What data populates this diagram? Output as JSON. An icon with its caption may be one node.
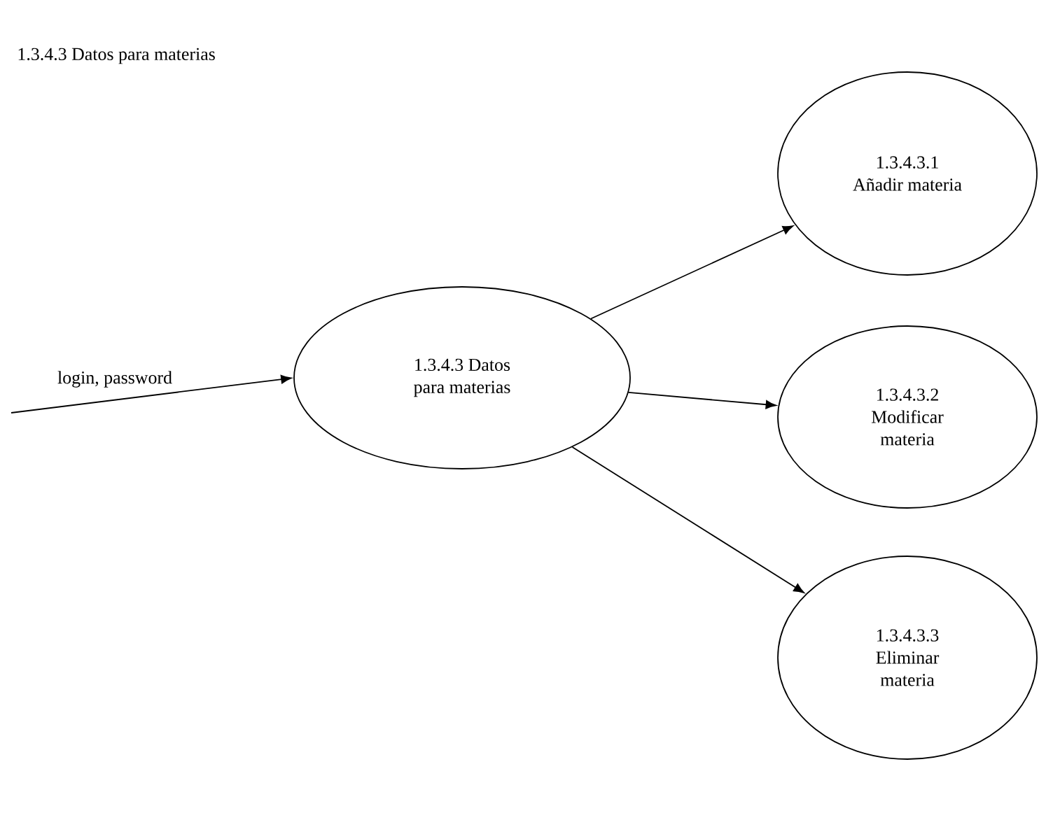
{
  "diagram": {
    "title": "1.3.4.3 Datos para materias",
    "nodes": [
      {
        "text": [
          "1.3.4.3 Datos para materias"
        ]
      },
      {
        "text": [
          "1.3.4.3.1 Añadir materia"
        ]
      },
      {
        "text": [
          "1.3.4.3.2 Modificar materia"
        ]
      },
      {
        "text": [
          "1.3.4.3.3 Eliminar materia"
        ]
      }
    ],
    "edges": [
      {
        "from": null,
        "to": 0,
        "arrow": "to",
        "label": "login, password"
      },
      {
        "from": 0,
        "to": 1,
        "arrow": "to"
      },
      {
        "from": 0,
        "to": 2,
        "arrow": "to"
      },
      {
        "from": 0,
        "to": 3,
        "arrow": "to"
      }
    ]
  }
}
